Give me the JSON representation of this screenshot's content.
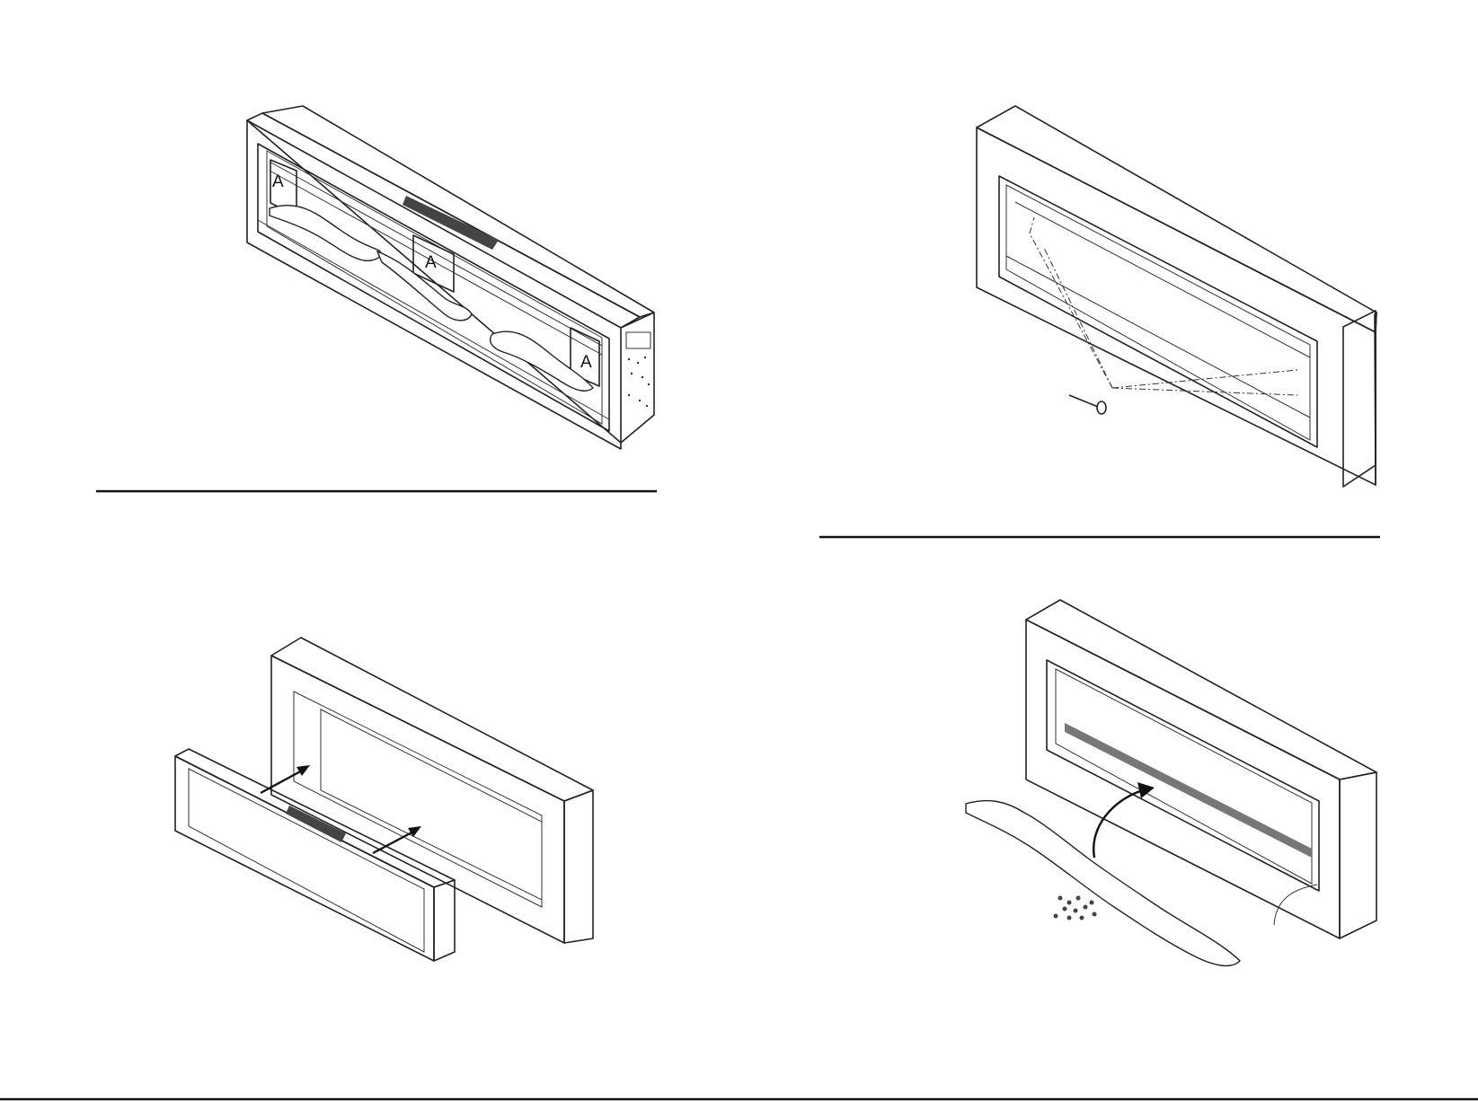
{
  "step1": {
    "label_a_left": "A",
    "label_a_center": "A",
    "label_a_right": "A"
  }
}
